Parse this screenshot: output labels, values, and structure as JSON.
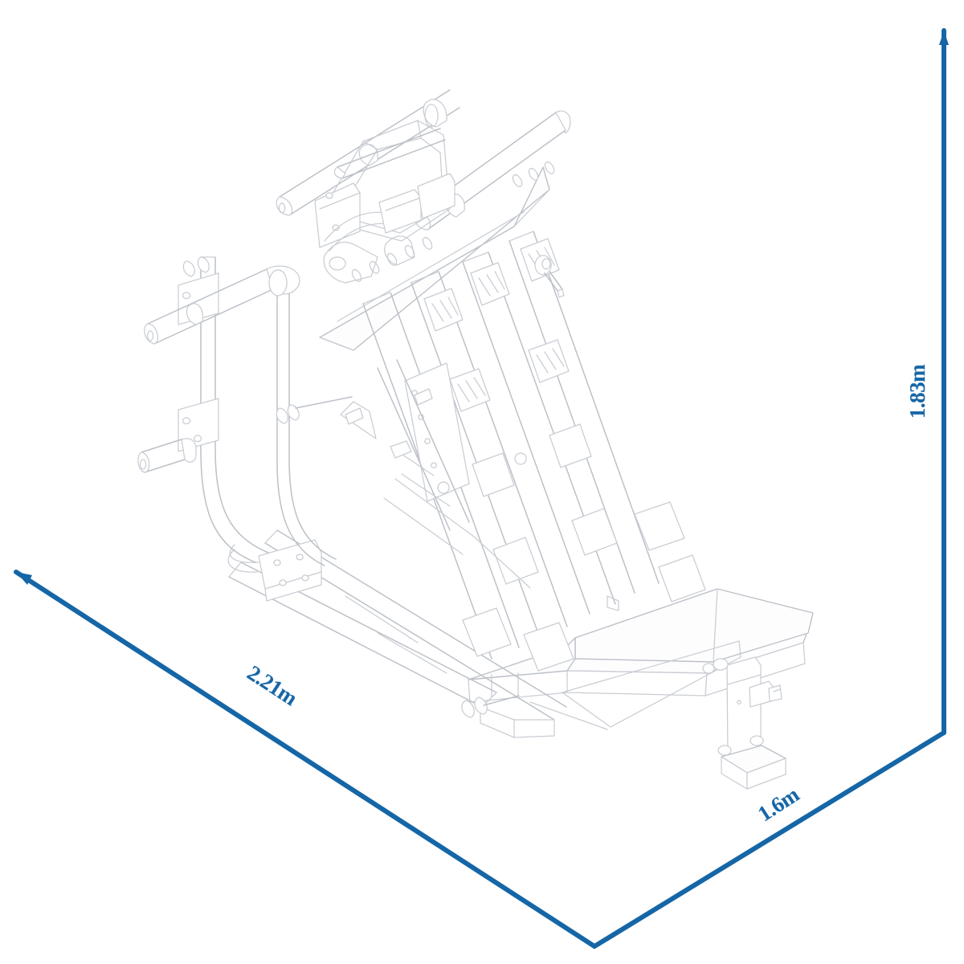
{
  "diagram": {
    "type": "product-dimension-drawing",
    "subject": "leg press / hack squat gym machine",
    "style": "isometric CAD line art",
    "line_color": "#c8ccd2",
    "dimension_color": "#1566a6",
    "background_color": "#ffffff"
  },
  "dimensions": {
    "depth": {
      "label": "2.21m",
      "value": 2.21,
      "unit": "m",
      "axis": "depth",
      "orientation": "diagonal-down-right"
    },
    "height": {
      "label": "1.83m",
      "value": 1.83,
      "unit": "m",
      "axis": "height",
      "orientation": "vertical"
    },
    "width": {
      "label": "1.6m",
      "value": 1.6,
      "unit": "m",
      "axis": "width",
      "orientation": "diagonal-up-right"
    }
  },
  "dimension_lines": [
    {
      "name": "depth-line",
      "from": [
        20,
        712
      ],
      "to": [
        740,
        1178
      ]
    },
    {
      "name": "height-line",
      "from": [
        1175,
        38
      ],
      "to": [
        1175,
        912
      ]
    },
    {
      "name": "width-line",
      "from": [
        740,
        1178
      ],
      "to": [
        1175,
        912
      ]
    }
  ]
}
